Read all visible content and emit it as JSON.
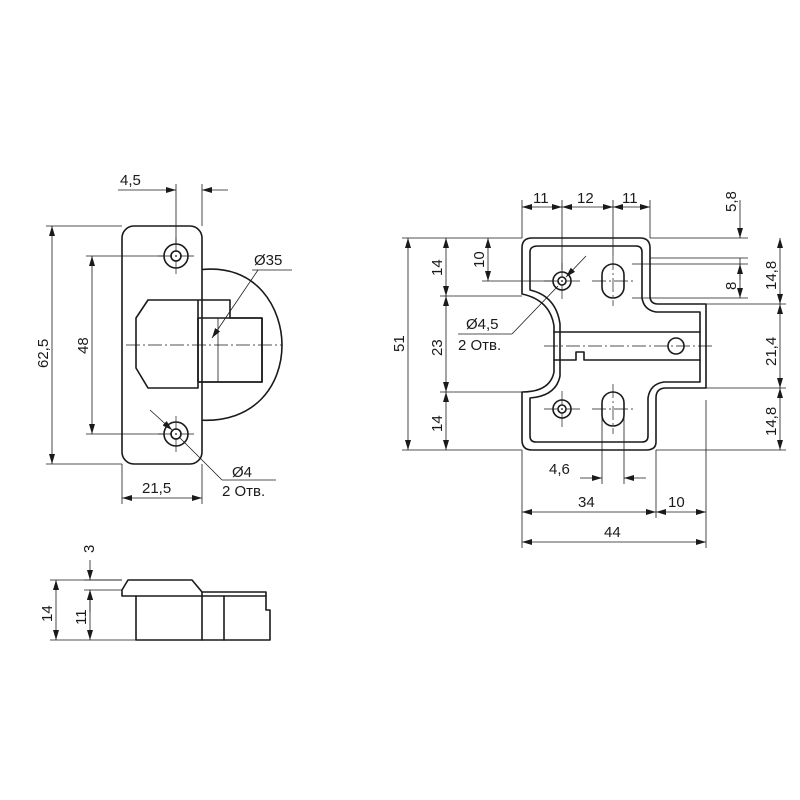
{
  "front_view": {
    "hole_pitch_offset": "4,5",
    "cup_diameter": "Ø35",
    "overall_height": "62,5",
    "hole_spacing": "48",
    "hole_diameter": "Ø4",
    "hole_count": "2 Отв.",
    "width": "21,5"
  },
  "side_view": {
    "top_offset": "3",
    "total_thickness": "14",
    "body_thickness": "11"
  },
  "plate_view": {
    "top_11_left": "11",
    "top_12": "12",
    "top_11_right": "11",
    "top_5_8": "5,8",
    "left_14_top": "14",
    "left_10": "10",
    "right_14_8_top": "14,8",
    "right_8": "8",
    "left_51": "51",
    "left_23": "23",
    "hole_diameter": "Ø4,5",
    "hole_count": "2 Отв.",
    "right_21_4": "21,4",
    "left_14_bottom": "14",
    "right_14_8_bottom": "14,8",
    "slot_width": "4,6",
    "bottom_34": "34",
    "bottom_10": "10",
    "bottom_44": "44"
  }
}
